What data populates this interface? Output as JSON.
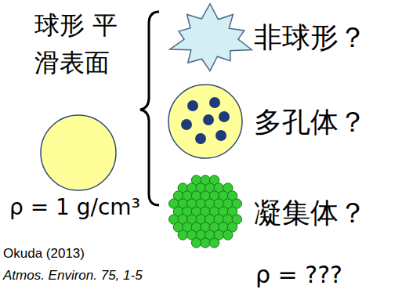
{
  "diagram": {
    "nodes": [
      {
        "text": [
          "球形 平滑表面",
          "ρ = 1 g/cm³"
        ]
      },
      {
        "text": [
          "非球形？"
        ]
      },
      {
        "text": [
          "多孔体？"
        ]
      },
      {
        "text": [
          "凝集体？",
          "ρ = ???"
        ]
      }
    ],
    "labels": [
      "Okuda (2013)",
      "Atmos. Environ. 75, 1-5"
    ]
  }
}
